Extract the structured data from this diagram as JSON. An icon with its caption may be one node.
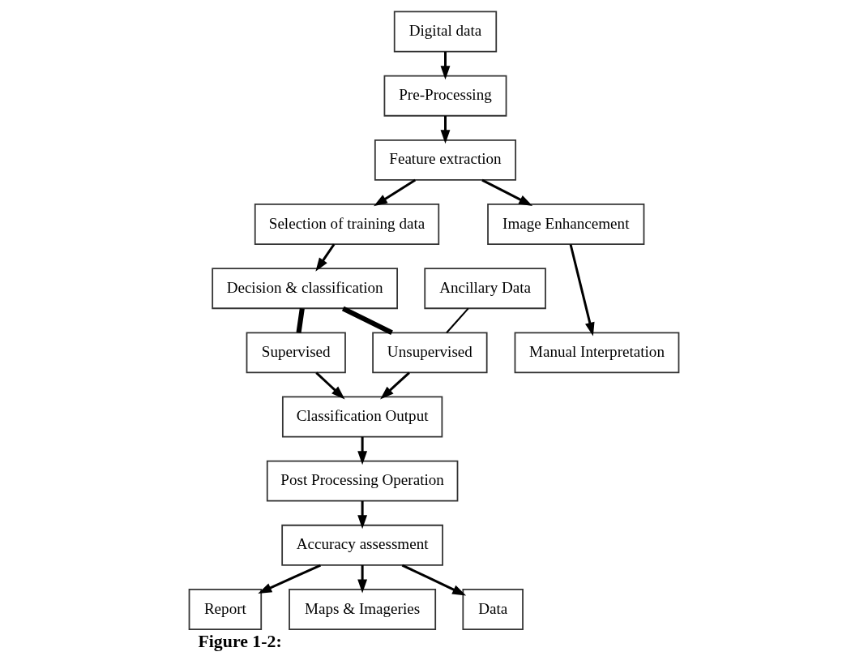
{
  "diagram": {
    "caption": "Figure 1-2:",
    "nodes": [
      {
        "text": [
          "Digital data"
        ]
      },
      {
        "text": [
          "Pre-Processing"
        ]
      },
      {
        "text": [
          "Feature extraction"
        ]
      },
      {
        "text": [
          "Selection of training data"
        ]
      },
      {
        "text": [
          "Image Enhancement"
        ]
      },
      {
        "text": [
          "Decision & classification"
        ]
      },
      {
        "text": [
          "Ancillary Data"
        ]
      },
      {
        "text": [
          "Manual Interpretation"
        ]
      },
      {
        "text": [
          "Supervised"
        ]
      },
      {
        "text": [
          "Unsupervised"
        ]
      },
      {
        "text": [
          "Classification Output"
        ]
      },
      {
        "text": [
          "Post Processing Operation"
        ]
      },
      {
        "text": [
          "Accuracy assessment"
        ]
      },
      {
        "text": [
          "Report"
        ]
      },
      {
        "text": [
          "Maps & Imageries"
        ]
      },
      {
        "text": [
          "Data"
        ]
      }
    ],
    "edges": [
      {
        "from": 0,
        "to": 1,
        "arrow": "to"
      },
      {
        "from": 1,
        "to": 2,
        "arrow": "to"
      },
      {
        "from": 2,
        "to": 3,
        "arrow": "to"
      },
      {
        "from": 2,
        "to": 4,
        "arrow": "to"
      },
      {
        "from": 3,
        "to": 5,
        "arrow": "to"
      },
      {
        "from": 4,
        "to": 7,
        "arrow": "to"
      },
      {
        "from": 5,
        "to": 8,
        "arrow": "none",
        "style": "thick"
      },
      {
        "from": 5,
        "to": 9,
        "arrow": "none",
        "style": "thick"
      },
      {
        "from": 6,
        "to": 9,
        "arrow": "none"
      },
      {
        "from": 8,
        "to": 10,
        "arrow": "to"
      },
      {
        "from": 9,
        "to": 10,
        "arrow": "to"
      },
      {
        "from": 10,
        "to": 11,
        "arrow": "to"
      },
      {
        "from": 11,
        "to": 12,
        "arrow": "to"
      },
      {
        "from": 12,
        "to": 13,
        "arrow": "to"
      },
      {
        "from": 12,
        "to": 14,
        "arrow": "to"
      },
      {
        "from": 12,
        "to": 15,
        "arrow": "to"
      }
    ]
  }
}
